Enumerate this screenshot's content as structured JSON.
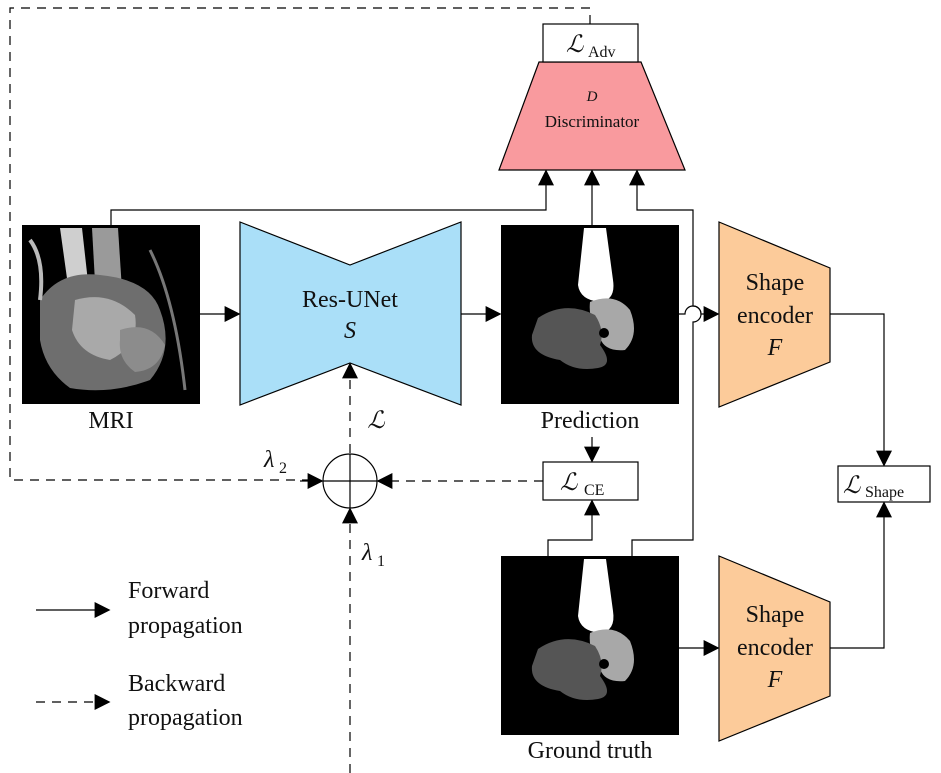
{
  "diagram": {
    "labels": {
      "mri": "MRI",
      "prediction": "Prediction",
      "ground_truth": "Ground truth",
      "resunet_name": "Res-UNet",
      "resunet_symbol": "S",
      "disc_symbol": "D",
      "disc_name": "Discriminator",
      "shape_encoder_line1": "Shape",
      "shape_encoder_line2": "encoder",
      "shape_encoder_symbol": "F",
      "loss_adv_main": "ℒ",
      "loss_adv_sub": "Adv",
      "loss_ce_main": "ℒ",
      "loss_ce_sub": "CE",
      "loss_shape_main": "ℒ",
      "loss_shape_sub": "Shape",
      "loss_total": "ℒ",
      "lambda1_main": "λ",
      "lambda1_sub": "1",
      "lambda2_main": "λ",
      "lambda2_sub": "2"
    },
    "legend": {
      "forward_line1": "Forward",
      "forward_line2": "propagation",
      "backward_line1": "Backward",
      "backward_line2": "propagation"
    },
    "colors": {
      "resunet": "#aadff8",
      "discriminator": "#f99a9e",
      "shape_encoder": "#fccb9a",
      "image_bg": "#000000",
      "tissue_white": "#ffffff",
      "tissue_light_gray": "#a8a8a8",
      "tissue_dark_gray": "#555555"
    }
  }
}
